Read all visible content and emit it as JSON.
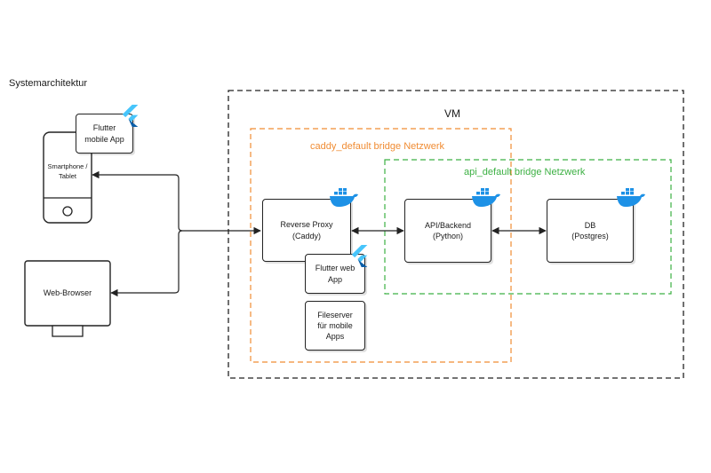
{
  "diagram": {
    "title": "Systemarchitektur",
    "vm_label": "VM",
    "caddy_network_label": "caddy_default bridge Netzwerk",
    "api_network_label": "api_default bridge Netzwerk",
    "nodes": {
      "flutter_mobile": "Flutter\nmobile App",
      "smartphone": "Smartphone /\nTablet",
      "web_browser": "Web-Browser",
      "reverse_proxy": "Reverse Proxy\n(Caddy)",
      "flutter_web": "Flutter web\nApp",
      "fileserver": "Fileserver\nfür mobile\nApps",
      "api_backend": "API/Backend\n(Python)",
      "db": "DB\n(Postgres)"
    },
    "icons": {
      "docker": "docker-whale-icon",
      "flutter": "flutter-logo-icon"
    },
    "colors": {
      "caddy_network": "#f08c33",
      "api_network": "#3cb043",
      "docker": "#1d91e6",
      "flutter_light": "#47c5fb",
      "flutter_dark": "#0a5ea8"
    }
  }
}
